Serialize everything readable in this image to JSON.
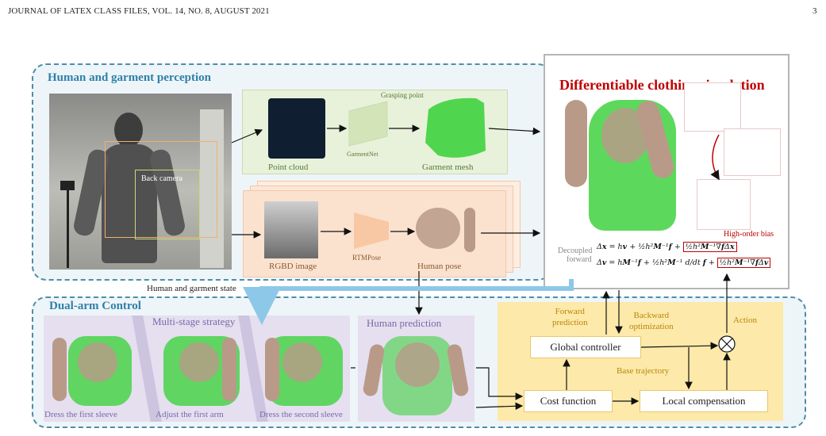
{
  "header": {
    "journal": "JOURNAL OF LATEX CLASS FILES, VOL. 14, NO. 8, AUGUST 2021",
    "page_number": "3"
  },
  "perception": {
    "title": "Human and garment perception",
    "photo_label_back_camera": "Back camera",
    "garment_row": {
      "grasping_point": "Grasping point",
      "point_cloud": "Point  cloud",
      "network": "GarmentNet",
      "mesh": "Garment mesh"
    },
    "human_row": {
      "rgbd": "RGBD image",
      "network": "RTMPose",
      "pose": "Human pose"
    },
    "state_label": "Human and garment state"
  },
  "simulation": {
    "title": "Differentiable clothing simulation",
    "high_order_bias": "High-order bias",
    "decoupled": "Decoupled",
    "forward": "forward"
  },
  "control": {
    "title": "Dual-arm Control",
    "strategy_title": "Multi-stage strategy",
    "stages": [
      "Dress the first sleeve",
      "Adjust the first arm",
      "Dress the second sleeve"
    ],
    "prediction_title": "Human prediction",
    "forward_prediction": "Forward\nprediction",
    "backward_optimization": "Backward\noptimization",
    "action": "Action",
    "global_controller": "Global controller",
    "base_trajectory": "Base trajectory",
    "cost_function": "Cost function",
    "local_compensation": "Local compensation"
  },
  "colors": {
    "panel_border": "#4d8ea8",
    "title_blue": "#2f80a8",
    "sim_title_red": "#c00000",
    "garment_green": "#e8f1da",
    "human_orange": "#fbe2cf",
    "control_yellow": "#fde9a9",
    "strategy_purple": "#e5dff0"
  }
}
